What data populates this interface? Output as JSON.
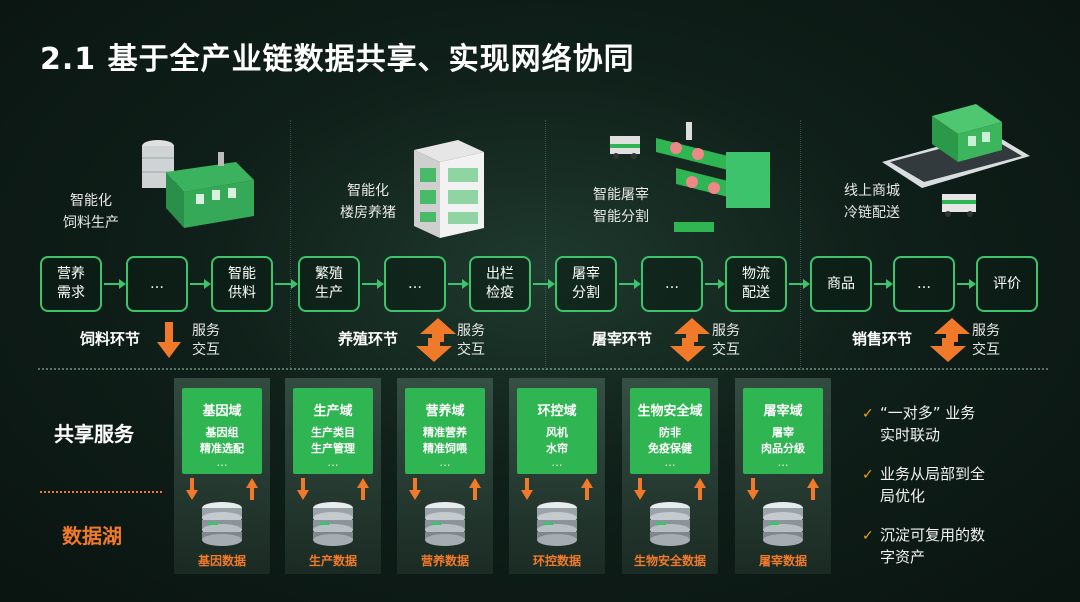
{
  "title": "2.1 基于全产业链数据共享、实现网络协同",
  "top": {
    "feed": "智能化\n饲料生产",
    "pig": "智能化\n楼房养猪",
    "slaughter": "智能屠宰\n智能分割",
    "online": "线上商城\n冷链配送"
  },
  "process": [
    "营养\n需求",
    "…",
    "智能\n供料",
    "繁殖\n生产",
    "…",
    "出栏\n检疫",
    "屠宰\n分割",
    "…",
    "物流\n配送",
    "商品",
    "…",
    "评价"
  ],
  "stages": [
    "饲料环节",
    "养殖环节",
    "屠宰环节",
    "销售环节"
  ],
  "service_exchange": "服务\n交互",
  "labels": {
    "share": "共享服务",
    "lake": "数据湖"
  },
  "domains": [
    {
      "name": "基因域",
      "lines": [
        "基因组",
        "精准选配"
      ],
      "dots": "…",
      "data": "基因数据"
    },
    {
      "name": "生产域",
      "lines": [
        "生产类目",
        "生产管理"
      ],
      "dots": "…",
      "data": "生产数据"
    },
    {
      "name": "营养域",
      "lines": [
        "精准营养",
        "精准饲喂"
      ],
      "dots": "…",
      "data": "营养数据"
    },
    {
      "name": "环控域",
      "lines": [
        "风机",
        "水帘"
      ],
      "dots": "…",
      "data": "环控数据"
    },
    {
      "name": "生物安全域",
      "lines": [
        "防非",
        "免疫保健"
      ],
      "dots": "…",
      "data": "生物安全数据"
    },
    {
      "name": "屠宰域",
      "lines": [
        "屠宰",
        "肉品分级"
      ],
      "dots": "…",
      "data": "屠宰数据"
    }
  ],
  "benefits": [
    "“一对多” 业务\n实时联动",
    "业务从局部到全\n局优化",
    "沉淀可复用的数\n字资产"
  ],
  "colors": {
    "green": "#3cc36b",
    "card": "#2fb552",
    "orange": "#f07a2a",
    "check": "#f0a01e"
  }
}
